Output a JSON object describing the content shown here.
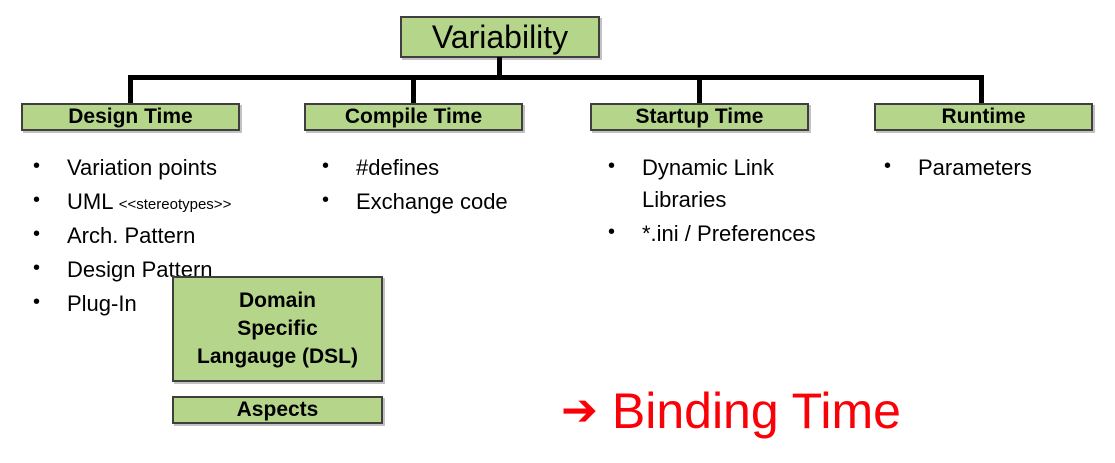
{
  "diagram": {
    "root": {
      "label": "Variability"
    },
    "categories": [
      {
        "label": "Design Time"
      },
      {
        "label": "Compile Time"
      },
      {
        "label": "Startup Time"
      },
      {
        "label": "Runtime"
      }
    ],
    "columns": [
      {
        "name": "design-time",
        "items": [
          {
            "text": "Variation points",
            "suffix": ""
          },
          {
            "text": "UML ",
            "suffix": "<<stereotypes>>"
          },
          {
            "text": "Arch. Pattern",
            "suffix": ""
          },
          {
            "text": "Design Pattern",
            "suffix": ""
          },
          {
            "text": "Plug-In",
            "suffix": ""
          }
        ]
      },
      {
        "name": "compile-time",
        "items": [
          {
            "text": "#defines",
            "suffix": ""
          },
          {
            "text": "Exchange code",
            "suffix": ""
          }
        ]
      },
      {
        "name": "startup-time",
        "items": [
          {
            "text": "Dynamic Link Libraries",
            "suffix": ""
          },
          {
            "text": "*.ini / Preferences",
            "suffix": ""
          }
        ]
      },
      {
        "name": "runtime",
        "items": [
          {
            "text": "Parameters",
            "suffix": ""
          }
        ]
      }
    ],
    "extra_boxes": [
      {
        "name": "dsl-box",
        "lines": [
          "Domain",
          "Specific",
          "Langauge (DSL)"
        ]
      },
      {
        "name": "aspects-box",
        "lines": [
          "Aspects"
        ]
      }
    ],
    "callout": {
      "arrow_glyph": "➔",
      "label": "Binding Time"
    },
    "bullet_glyph": "•",
    "colors": {
      "box_fill": "#b5d68a",
      "box_border": "#3f3f3f",
      "callout_red": "#fb0007",
      "text": "#000000",
      "connector": "#000000"
    }
  }
}
